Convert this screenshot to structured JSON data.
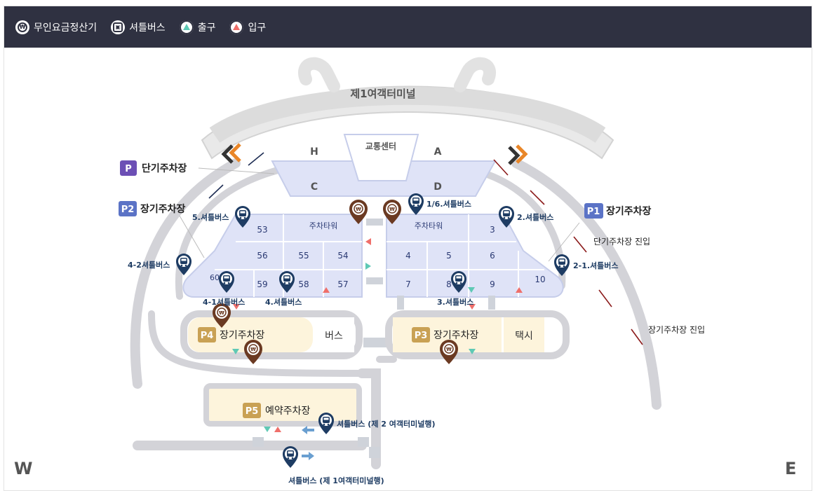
{
  "legend": [
    {
      "label": "무인요금정산기",
      "icon": "payment-kiosk-icon"
    },
    {
      "label": "셔틀버스",
      "icon": "shuttle-bus-icon"
    },
    {
      "label": "출구",
      "icon": "exit-icon",
      "color": "#5fc9b5"
    },
    {
      "label": "입구",
      "icon": "entrance-icon",
      "color": "#ef6f6a"
    }
  ],
  "terminal": {
    "name": "제1여객터미널"
  },
  "transport_center": {
    "name": "교통센터",
    "zones": [
      "H",
      "A",
      "C",
      "D"
    ]
  },
  "parking_labels": {
    "short_term": {
      "badge": "P",
      "name": "단기주차장"
    },
    "p2": {
      "badge": "P2",
      "name": "장기주차장"
    },
    "p1": {
      "badge": "P1",
      "name": "장기주차장"
    },
    "p4": {
      "badge": "P4",
      "name": "장기주차장"
    },
    "p3": {
      "badge": "P3",
      "name": "장기주차장"
    },
    "p5": {
      "badge": "P5",
      "name": "예약주차장"
    }
  },
  "blocks": {
    "tower_left": "주차타워",
    "tower_right": "주차타워",
    "left": [
      "53",
      "56",
      "55",
      "54",
      "60",
      "59",
      "58",
      "57"
    ],
    "right": [
      "3",
      "4",
      "5",
      "6",
      "7",
      "8",
      "9",
      "10"
    ],
    "bus": "버스",
    "taxi": "택시"
  },
  "shuttle_stops": [
    "1/6.셔틀버스",
    "2.셔틀버스",
    "5.셔틀버스",
    "4-2셔틀버스",
    "2-1.셔틀버스",
    "4-1셔틀버스",
    "4.셔틀버스",
    "3.셔틀버스",
    "셔틀버스 (제 2 여객터미널행)",
    "셔틀버스 (제 1여객터미널행)"
  ],
  "entries": {
    "short_term": "단기주차장 진입",
    "long_term": "장기주차장 진입"
  },
  "compass": {
    "west": "W",
    "east": "E"
  },
  "colors": {
    "legend_bg": "#2f3141",
    "road": "#d3d3d8",
    "lot": "#dfe3f7",
    "lot_yellow": "#fdf4dc",
    "badge_blue": "#5b73c6",
    "badge_purple": "#6c4fb5",
    "badge_gold": "#c9a154",
    "pin_blue": "#1e3c63",
    "pin_brown": "#6b3a22"
  }
}
